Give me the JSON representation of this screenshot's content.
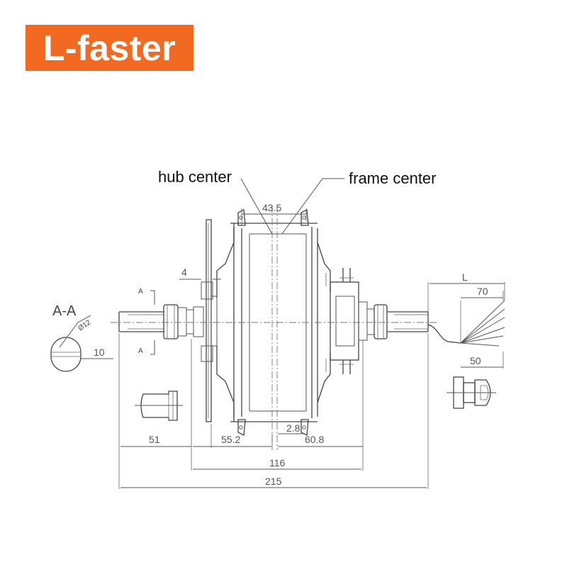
{
  "brand": {
    "logo_text": "L-faster",
    "color": "#f26a21"
  },
  "callouts": {
    "hub_center": "hub center",
    "frame_center": "frame center"
  },
  "section": {
    "view_label": "A-A",
    "diameter": "Ø12",
    "flat_width": "10",
    "cut_mark": "A"
  },
  "dimensions": {
    "center_offset": "43.5",
    "disc_mount": "4",
    "cable_length": "L",
    "cable_70": "70",
    "cable_50": "50",
    "axle_left": "51",
    "hub_left": "55.2",
    "center_gap": "2.8",
    "hub_right": "60.8",
    "dropout_width": "116",
    "overall_axle": "215"
  },
  "icons": [
    "axle-nut-icon",
    "connector-plug-icon"
  ]
}
